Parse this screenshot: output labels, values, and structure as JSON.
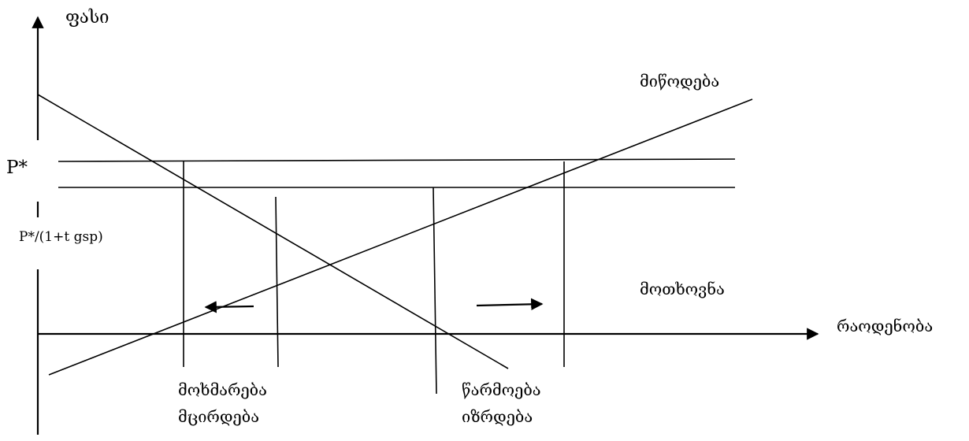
{
  "labels": {
    "y_axis": "ფასი",
    "x_axis": "რაოდენობა",
    "supply": "მიწოდება",
    "demand": "მოთხოვნა",
    "price_world": "P*",
    "price_tariff": "P*/(1+t gsp)",
    "consumption_line1": "მოხმარება",
    "consumption_line2": "მცირდება",
    "production_line1": "წარმოება",
    "production_line2": "იზრდება"
  }
}
